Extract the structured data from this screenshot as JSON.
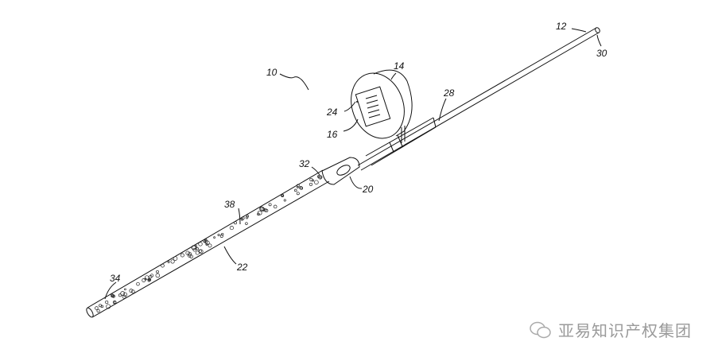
{
  "figure": {
    "labels": {
      "device": "10",
      "rod": "12",
      "housing": "14",
      "display": "16",
      "connector": "20",
      "probe_tube": "22",
      "indicator": "24",
      "shaft": "28",
      "rod_end": "30",
      "tube_end": "32",
      "tip": "34",
      "perforations": "38"
    }
  },
  "watermark": {
    "text": "亚易知识产权集团"
  }
}
